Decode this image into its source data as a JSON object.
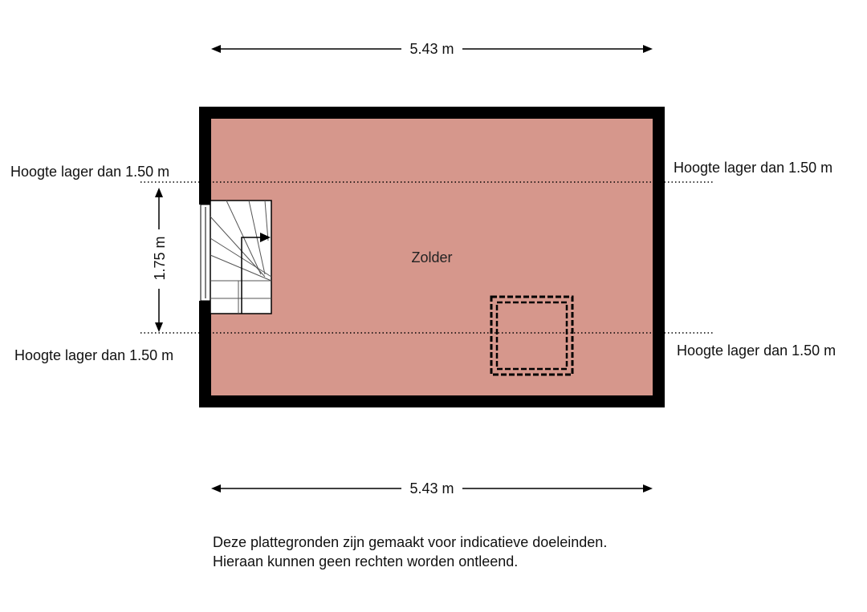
{
  "floorplan": {
    "room_name": "Zolder",
    "dimensions": {
      "top_width": "5.43 m",
      "bottom_width": "5.43 m",
      "stair_height": "1.75 m"
    },
    "height_notes": {
      "top_left": "Hoogte lager dan 1.50 m",
      "top_right": "Hoogte lager dan 1.50 m",
      "bottom_left": "Hoogte lager dan 1.50 m",
      "bottom_right": "Hoogte lager dan 1.50 m"
    },
    "colors": {
      "floor": "#d6978c",
      "wall": "#000000",
      "stair": "#ffffff"
    }
  },
  "disclaimer": {
    "line1": "Deze plattegronden zijn gemaakt voor indicatieve doeleinden.",
    "line2": "Hieraan kunnen geen rechten worden ontleend."
  }
}
